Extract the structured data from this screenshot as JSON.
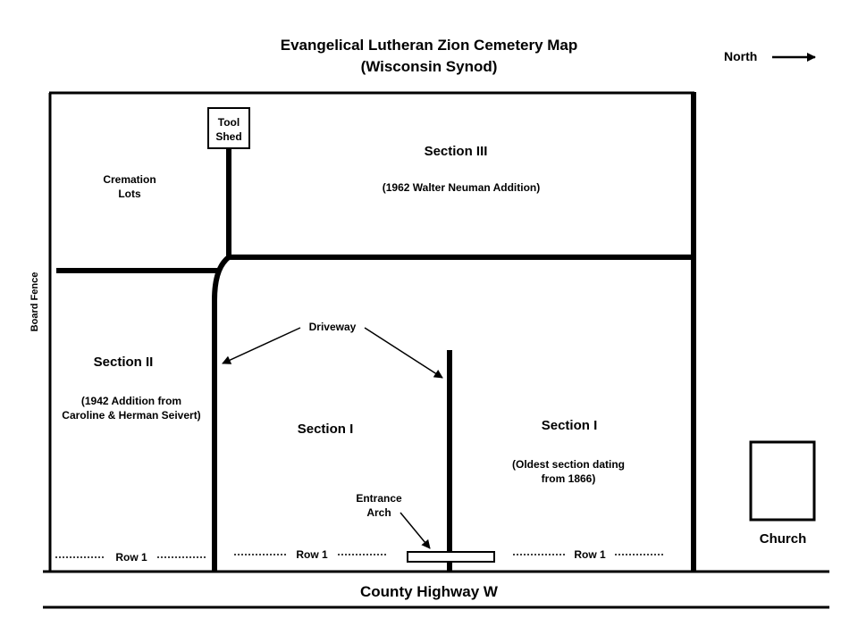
{
  "title": "Evangelical Lutheran Zion Cemetery Map",
  "subtitle": "(Wisconsin Synod)",
  "north_label": "North",
  "board_fence": "Board Fence",
  "tool_shed": [
    "Tool",
    "Shed"
  ],
  "cremation_lots": [
    "Cremation",
    "Lots"
  ],
  "section_iii": {
    "name": "Section III",
    "note": "(1962 Walter Neuman Addition)"
  },
  "section_ii": {
    "name": "Section II",
    "note": [
      "(1942 Addition from",
      "Caroline & Herman Seivert)"
    ]
  },
  "section_i_west": {
    "name": "Section I"
  },
  "section_i_east": {
    "name": "Section I",
    "note": [
      "(Oldest section dating",
      "from 1866)"
    ]
  },
  "driveway": "Driveway",
  "entrance_arch": [
    "Entrance",
    "Arch"
  ],
  "row_labels": [
    "Row 1",
    "Row 1",
    "Row 1"
  ],
  "church": "Church",
  "highway": "County Highway W"
}
